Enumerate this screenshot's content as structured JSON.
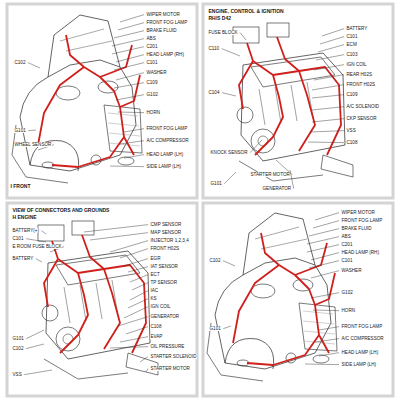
{
  "diagram": {
    "labels": [
      "WIPER MOTOR",
      "FRONT FOG LAMP",
      "BRAKE FLUID",
      "ABS",
      "C201",
      "HEAD LAMP (RH)",
      "C101",
      "WASHER",
      "C109",
      "G102",
      "HORN",
      "FRONT FOG LAMP",
      "A/C COMPRESSOR",
      "HEAD LAMP (LH)",
      "SIDE LAMP (LH)",
      "C102",
      "G101",
      "WHEEL SENSOR",
      "I FRONT",
      "ENGINE, CONTROL & IGNITION",
      "RH/S D42",
      "BATTERY",
      "C101",
      "ECM",
      "C103",
      "IGN COIL",
      "REAR H02S",
      "FRONT H02S",
      "C109",
      "A/C SOLENOID",
      "CKP SENSOR",
      "VSS",
      "C108",
      "FUSE BLOCK",
      "C110",
      "C104",
      "KNOCK SENSOR",
      "STARTER MOTOR",
      "G101",
      "GENERATOR",
      "VIEW OF CONNECTORS AND GROUNDS",
      "H ENGINE",
      "BATTERY(+)",
      "C101",
      "E ROOM FUSE BLOCK",
      "BATTERY",
      "G101",
      "C102",
      "VSS",
      "CMP SENSOR",
      "MAP SENSOR",
      "INJECTOR 1,2,3,4",
      "FRONT H02S",
      "EGR",
      "IAT SENSOR",
      "ECT",
      "TP SENSOR",
      "IAC",
      "KS",
      "IGN COIL",
      "GENERATOR",
      "C108",
      "EVAP",
      "OIL PRESSURE",
      "STARTER SOLENOID",
      "STARTER MOTOR",
      "WIPER MOTOR",
      "FRONT FOG LAMP",
      "BRAKE FLUID",
      "ABS",
      "C201",
      "HEAD LAMP (RH)",
      "C101",
      "WASHER",
      "G102",
      "HORN",
      "FRONT FOG LAMP",
      "A/C COMPRESSOR",
      "HEAD LAMP (LH)",
      "SIDE LAMP (LH)",
      "C102",
      "G101"
    ]
  }
}
